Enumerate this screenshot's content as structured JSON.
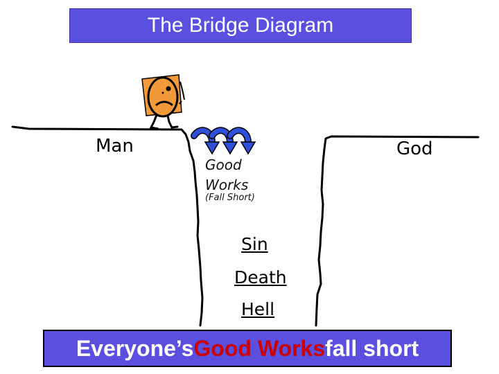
{
  "title": "The Bridge Diagram",
  "labels": {
    "man": "Man",
    "god": "God",
    "good_works_line1": "Good",
    "good_works_line2": "Works",
    "fall_short": "(Fall Short)",
    "sin": "Sin",
    "death": "Death",
    "hell": "Hell"
  },
  "footer": {
    "part1": "Everyone’s ",
    "highlight": "Good Works",
    "part2": " fall short"
  },
  "icons": {
    "figure": "worried-man-icon",
    "arrows": "curved-arrow-icon"
  },
  "colors": {
    "banner_background": "#5b4fe0",
    "banner_text": "#ffffff",
    "highlight_text": "#cc0000",
    "arrow_fill": "#2f4fd8",
    "figure_face": "#f29a3a"
  }
}
